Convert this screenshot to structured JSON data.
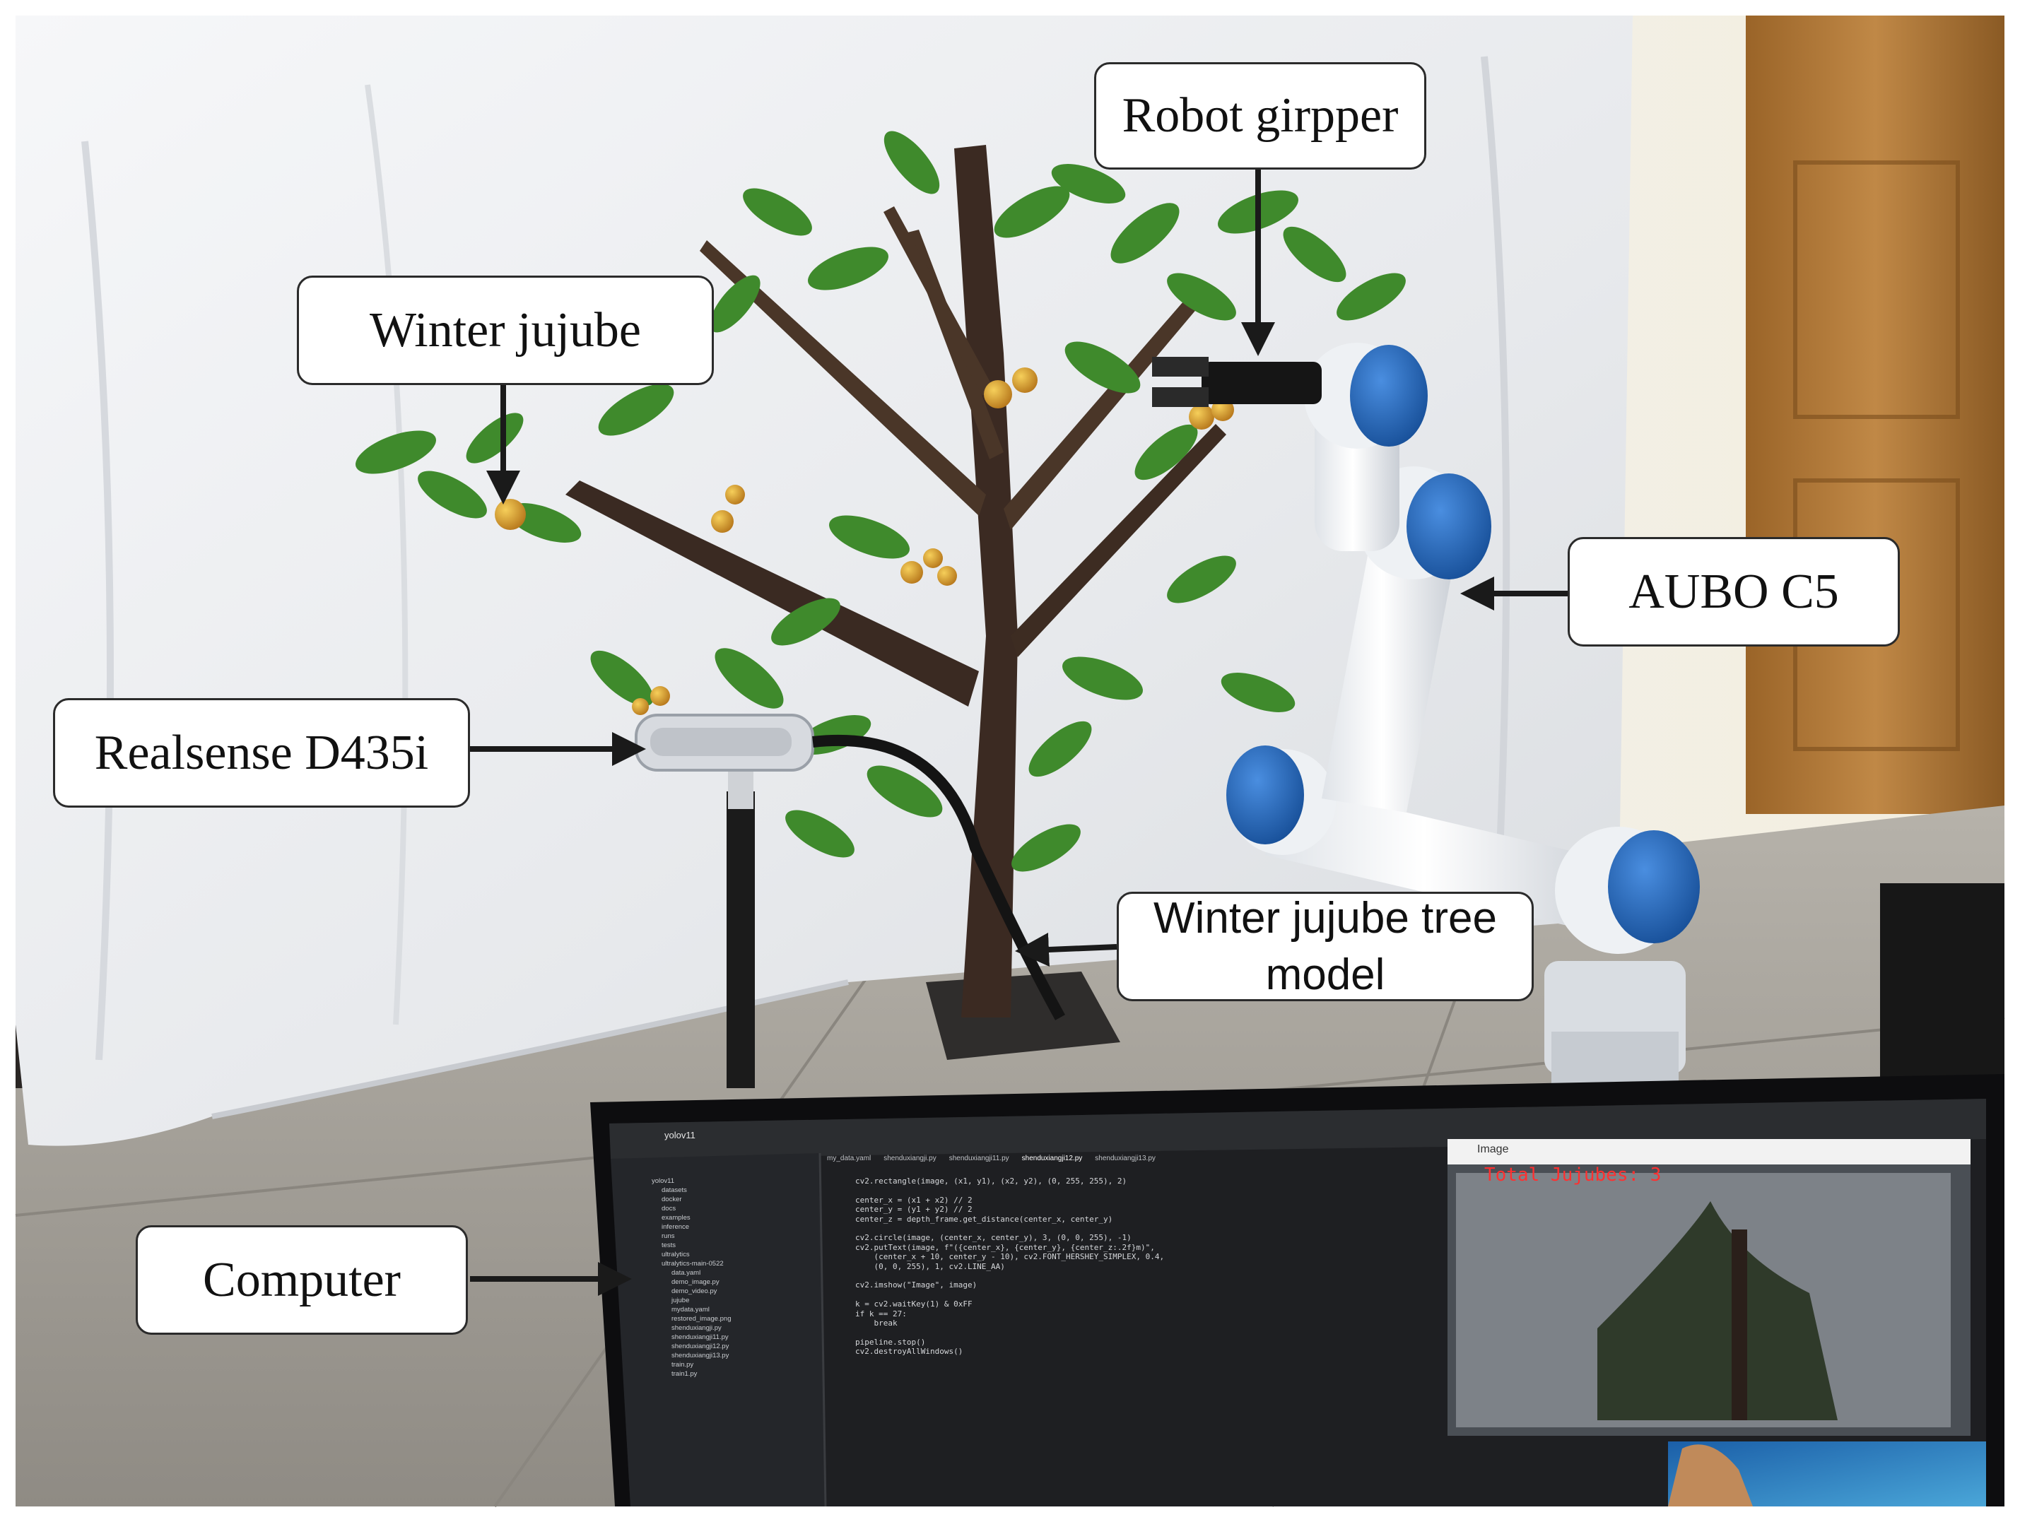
{
  "labels": {
    "robot_gripper": "Robot girpper",
    "winter_jujube": "Winter jujube",
    "aubo": "AUBO C5",
    "realsense": "Realsense D435i",
    "tree_model_line1": "Winter jujube tree",
    "tree_model_line2": "model",
    "computer": "Computer"
  },
  "screen": {
    "project": "yolov11",
    "tab_active": "shenduxiangji12.py",
    "tabs": [
      "my_data.yaml",
      "shenduxiangji.py",
      "shenduxiangji11.py",
      "shenduxiangji12.py",
      "shenduxiangji13.py"
    ],
    "file_tree": [
      "yolov11",
      "datasets",
      "docker",
      "docs",
      "examples",
      "inference",
      "runs",
      "tests",
      "ultralytics",
      "ultralytics-main-0522",
      "data.yaml",
      "demo_image.py",
      "demo_video.py",
      "jujube",
      "mydata.yaml",
      "restored_image.png",
      "shenduxiangji.py",
      "shenduxiangji11.py",
      "shenduxiangji12.py",
      "shenduxiangji13.py",
      "train.py",
      "train1.py"
    ],
    "code_lines": [
      "cv2.rectangle(image, (x1, y1), (x2, y2), (0, 255, 255), 2)",
      "",
      "center_x = (x1 + x2) // 2",
      "center_y = (y1 + y2) // 2",
      "center_z = depth_frame.get_distance(center_x, center_y)",
      "",
      "cv2.circle(image, (center_x, center_y), 3, (0, 0, 255), -1)",
      "cv2.putText(image, f\"({center_x}, {center_y}, {center_z:.2f}m)\",",
      "    (center_x + 10, center_y - 10), cv2.FONT_HERSHEY_SIMPLEX, 0.4,",
      "    (0, 0, 255), 1, cv2.LINE_AA)",
      "",
      "cv2.imshow(\"Image\", image)",
      "",
      "k = cv2.waitKey(1) & 0xFF",
      "if k == 27:",
      "    break",
      "",
      "pipeline.stop()",
      "cv2.destroyAllWindows()"
    ],
    "image_window_title": "Image",
    "overlay_text": "Total Jujubes: 3"
  },
  "colors": {
    "backdrop": "#e9ebee",
    "wall": "#f1ecdf",
    "door": "#b07a3c",
    "floor": "#a39f97",
    "robot_white": "#f4f6f8",
    "robot_blue": "#1f63b8",
    "trunk": "#3b2a22",
    "leaf": "#3f8a2c",
    "jujube": "#cf9a26",
    "screen_bg": "#1e1f22",
    "overlay_red": "#ff3030"
  }
}
